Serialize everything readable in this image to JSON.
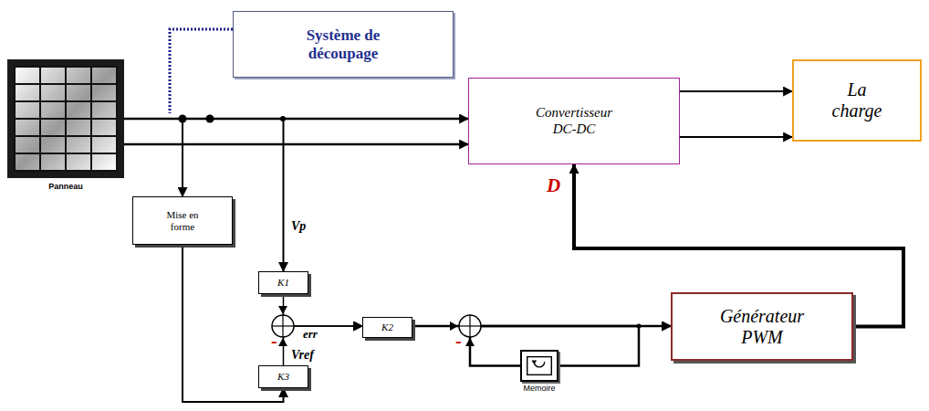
{
  "diagram": {
    "nodes": [
      {
        "text": [
          "Panneau"
        ]
      },
      {
        "text": [
          "Système de découpage"
        ]
      },
      {
        "text": [
          "Convertisseur DC-DC"
        ]
      },
      {
        "text": [
          "La charge"
        ]
      },
      {
        "text": [
          "Mise en forme"
        ]
      },
      {
        "text": [
          "K1"
        ]
      },
      {
        "text": [
          "K2"
        ]
      },
      {
        "text": [
          "K3"
        ]
      },
      {
        "text": [
          "Memoire"
        ]
      },
      {
        "text": [
          "Générateur PWM"
        ]
      }
    ],
    "edges": [
      {
        "from": 0,
        "to": 2,
        "arrow": "to"
      },
      {
        "from": 0,
        "to": 2,
        "arrow": "to"
      },
      {
        "from": 2,
        "to": 3,
        "arrow": "to"
      },
      {
        "from": 2,
        "to": 3,
        "arrow": "to"
      },
      {
        "from": 0,
        "to": 4,
        "arrow": "to"
      },
      {
        "from": 0,
        "to": 5,
        "label": "Vp",
        "arrow": "to"
      },
      {
        "from": 4,
        "to": 7,
        "arrow": "to"
      },
      {
        "from": 5,
        "to": 6,
        "arrow": "to"
      },
      {
        "from": 7,
        "to": 6,
        "label": "Vref",
        "arrow": "to"
      },
      {
        "from": 6,
        "to": 9,
        "arrow": "to"
      },
      {
        "from": 8,
        "to": 9,
        "arrow": "to"
      },
      {
        "from": 9,
        "to": 2,
        "label": "D",
        "arrow": "to"
      },
      {
        "from": 6,
        "to": 8,
        "arrow": "none"
      }
    ],
    "labels": [
      "err",
      "-",
      "-"
    ]
  }
}
